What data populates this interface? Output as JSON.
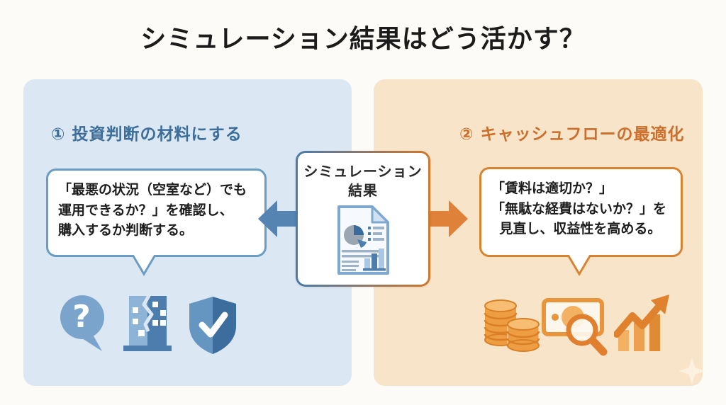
{
  "page": {
    "title": "シミュレーション結果はどう活かす？",
    "background_color": "#fcfbf7"
  },
  "center_box": {
    "label_line1": "シミュレーション",
    "label_line2": "結果",
    "icon": "report-document-icon",
    "border_gradient": [
      "#4a7aa8",
      "#d0772c"
    ]
  },
  "left_panel": {
    "heading": "① 投資判断の材料にする",
    "bubble_lines": [
      "「最悪の状況（空室など）でも",
      "運用できるか？」を確認し、",
      "購入するか判断する。"
    ],
    "icons": [
      "question-bubble-icon",
      "cracked-building-icon",
      "shield-check-icon"
    ],
    "colors": {
      "panel": "#dbe8f4",
      "accent_text": "#3c6e99",
      "bubble_border": "#6b9cc3",
      "arrow": "#5584b2"
    }
  },
  "right_panel": {
    "heading": "② キャッシュフローの最適化",
    "bubble_lines": [
      "「賃料は適切か？」",
      "「無駄な経費はないか？」を",
      "見直し、収益性を高める。"
    ],
    "icons": [
      "coin-stack-icon",
      "money-magnifier-icon",
      "growth-chart-icon"
    ],
    "colors": {
      "panel": "#f8e4c9",
      "accent_text": "#cc6f2c",
      "bubble_border": "#d9822f",
      "arrow": "#e0813a"
    }
  }
}
